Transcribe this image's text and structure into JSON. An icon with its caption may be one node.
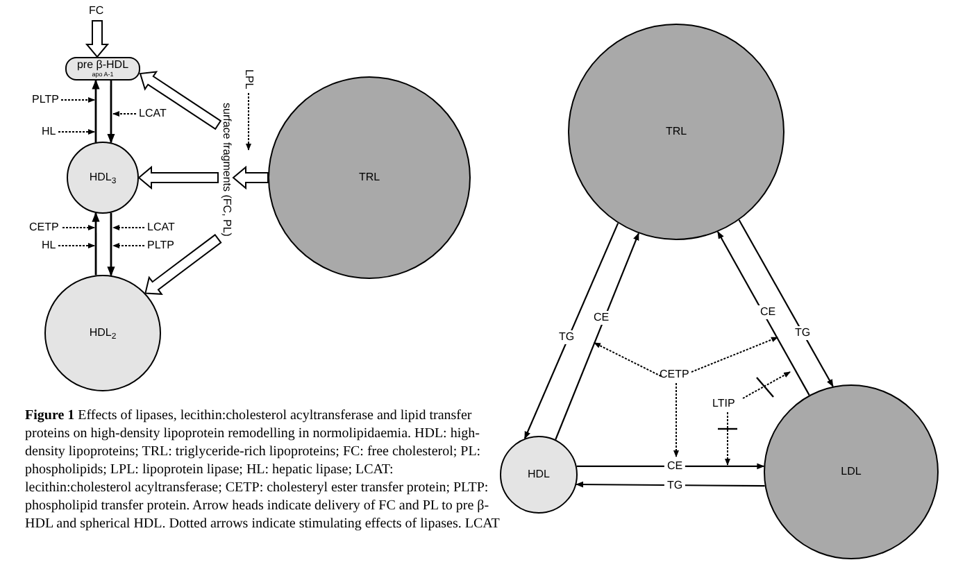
{
  "diagram": {
    "caption": "**Figure 1** Effects of lipases, lecithin:cholesterol acyltransferase and lipid transfer proteins on high-density lipoprotein remodelling in normolipidaemia. HDL: high-density lipoproteins; TRL: triglyceride-rich lipoproteins; FC: free cholesterol; PL: phospholipids; LPL: lipoprotein lipase; HL: hepatic lipase; LCAT: lecithin:cholesterol acyltransferase; CETP: cholesteryl ester transfer protein; PLTP: phospholipid transfer protein. Arrow heads indicate delivery of FC and PL to pre β-HDL and spherical HDL. Dotted arrows indicate stimulating effects of lipases. LCAT",
    "nodes": [
      {
        "text": [
          "FC"
        ]
      },
      {
        "text": [
          "pre β-HDL",
          "apo A-1"
        ]
      },
      {
        "text": [
          "HDL$_{3}$"
        ]
      },
      {
        "text": [
          "HDL$_{2}$"
        ]
      },
      {
        "text": [
          "TRL"
        ]
      },
      {
        "text": [
          "PLTP"
        ]
      },
      {
        "text": [
          "HL"
        ]
      },
      {
        "text": [
          "LCAT"
        ]
      },
      {
        "text": [
          "CETP"
        ]
      },
      {
        "text": [
          "HL"
        ]
      },
      {
        "text": [
          "LCAT"
        ]
      },
      {
        "text": [
          "PLTP"
        ]
      },
      {
        "text": [
          "LPL"
        ]
      },
      {
        "text": [
          "surface fragments (FC, PL)"
        ]
      },
      {
        "text": [
          "TRL"
        ]
      },
      {
        "text": [
          "HDL"
        ]
      },
      {
        "text": [
          "LDL"
        ]
      },
      {
        "text": [
          "CETP"
        ]
      },
      {
        "text": [
          "LTIP"
        ]
      }
    ],
    "edges": [
      {
        "from": 0,
        "to": 1,
        "arrow": "to",
        "style": "thick"
      },
      {
        "from": 1,
        "to": 2,
        "arrow": "to"
      },
      {
        "from": 2,
        "to": 1,
        "arrow": "to"
      },
      {
        "from": 2,
        "to": 3,
        "arrow": "to"
      },
      {
        "from": 3,
        "to": 2,
        "arrow": "to"
      },
      {
        "from": 5,
        "to": 1,
        "arrow": "to",
        "style": "dashed"
      },
      {
        "from": 6,
        "to": 2,
        "arrow": "to",
        "style": "dashed"
      },
      {
        "from": 7,
        "to": null,
        "arrow": "to",
        "style": "dashed"
      },
      {
        "from": 8,
        "to": 2,
        "arrow": "to",
        "style": "dashed"
      },
      {
        "from": 9,
        "to": null,
        "arrow": "to",
        "style": "dashed"
      },
      {
        "from": 10,
        "to": null,
        "arrow": "to",
        "style": "dashed"
      },
      {
        "from": 11,
        "to": null,
        "arrow": "to",
        "style": "dashed"
      },
      {
        "from": 12,
        "to": 13,
        "arrow": "to",
        "style": "dashed"
      },
      {
        "from": 4,
        "to": 13,
        "arrow": "to",
        "style": "thick"
      },
      {
        "from": 13,
        "to": 1,
        "arrow": "to",
        "style": "thick"
      },
      {
        "from": 13,
        "to": 2,
        "arrow": "to",
        "style": "thick"
      },
      {
        "from": 13,
        "to": 3,
        "arrow": "to",
        "style": "thick"
      },
      {
        "from": 14,
        "to": 15,
        "arrow": "to",
        "label": "TG"
      },
      {
        "from": 15,
        "to": 14,
        "arrow": "to",
        "label": "CE"
      },
      {
        "from": 16,
        "to": 14,
        "arrow": "to",
        "label": "CE"
      },
      {
        "from": 14,
        "to": 16,
        "arrow": "to",
        "label": "TG"
      },
      {
        "from": 15,
        "to": 16,
        "arrow": "to",
        "label": "CE"
      },
      {
        "from": 16,
        "to": 15,
        "arrow": "to",
        "label": "TG"
      },
      {
        "from": 17,
        "to": null,
        "arrow": "to",
        "style": "dashed"
      },
      {
        "from": 17,
        "to": null,
        "arrow": "to",
        "style": "dashed"
      },
      {
        "from": 17,
        "to": null,
        "arrow": "to",
        "style": "dashed"
      },
      {
        "from": 18,
        "to": 16,
        "arrow": "to",
        "style": "dashed"
      },
      {
        "from": 18,
        "to": null,
        "arrow": "to",
        "style": "dashed"
      }
    ]
  }
}
